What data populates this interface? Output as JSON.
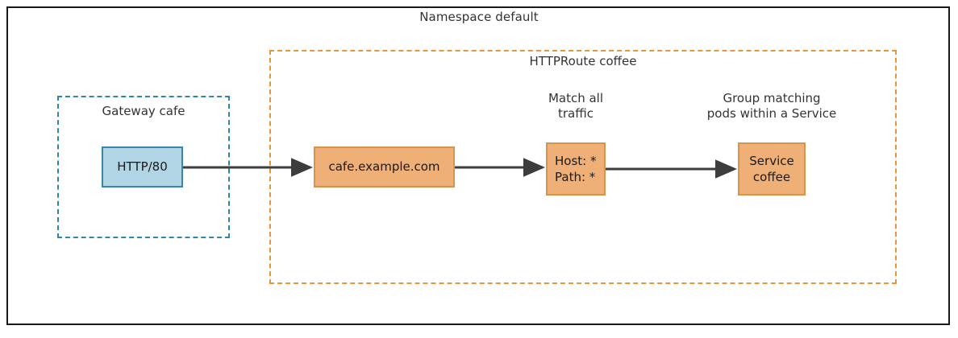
{
  "diagram": {
    "namespace": {
      "title": "Namespace default"
    },
    "gateway": {
      "title": "Gateway cafe",
      "listener": {
        "label": "HTTP/80"
      }
    },
    "httproute": {
      "title": "HTTPRoute coffee",
      "hostname": {
        "label": "cafe.example.com"
      },
      "match": {
        "caption_line1": "Match all",
        "caption_line2": "traffic",
        "rule_line1": "Host: *",
        "rule_line2": "Path: *"
      },
      "backend": {
        "caption_line1": "Group matching",
        "caption_line2": "pods within a Service",
        "label_line1": "Service",
        "label_line2": "coffee"
      }
    },
    "colors": {
      "namespace_border": "#1a1a1a",
      "gateway_border": "#2e86ab",
      "route_border": "#e8963c",
      "listener_fill": "#b1d5e5",
      "listener_border": "#3a85a8",
      "node_fill": "#efb077",
      "node_border": "#d8944b",
      "arrow": "#3d3d3d",
      "text": "#333333"
    }
  }
}
